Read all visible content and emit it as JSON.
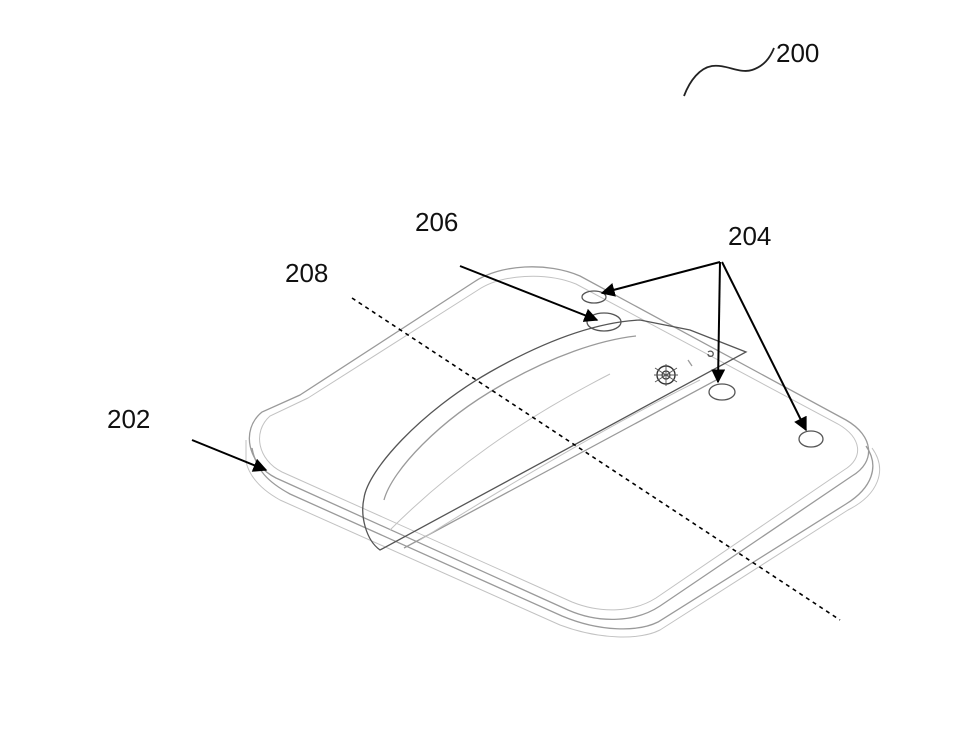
{
  "labels": {
    "figure_ref": "200",
    "device_body": "202",
    "features": "204",
    "center_feature": "206",
    "section_line": "208"
  }
}
